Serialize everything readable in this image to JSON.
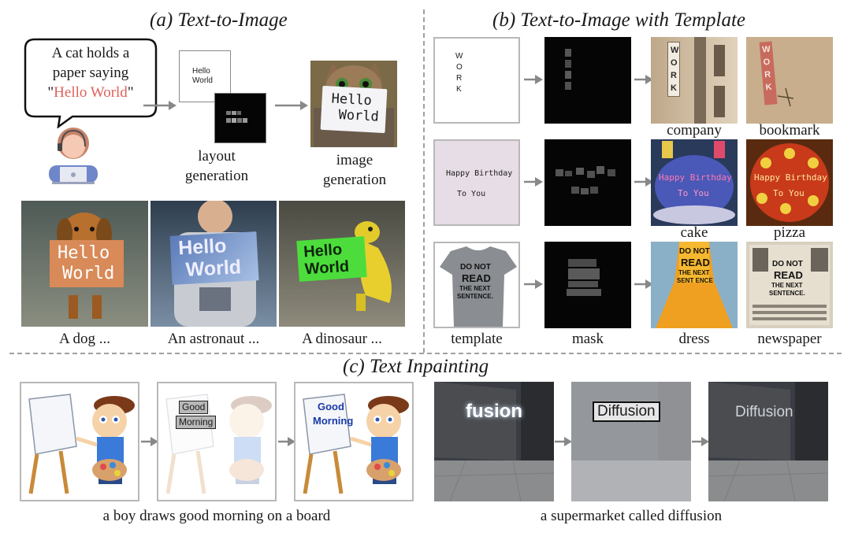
{
  "section_a": {
    "title": "(a) Text-to-Image",
    "bubble": {
      "line1": "A cat holds a",
      "line2": "paper saying",
      "quote_open": "\"",
      "quote_text": "Hello World",
      "quote_close": "\""
    },
    "layout_preview": {
      "line1": "Hello",
      "line2": "World"
    },
    "cat_sign": {
      "line1": "Hello",
      "line2": "World"
    },
    "steps": [
      {
        "line1": "layout",
        "line2": "generation"
      },
      {
        "line1": "image",
        "line2": "generation"
      }
    ],
    "examples": [
      {
        "caption": "A dog ...",
        "sign_line1": "Hello",
        "sign_line2": "World"
      },
      {
        "caption": "An astronaut ...",
        "sign_line1": "Hello",
        "sign_line2": "World"
      },
      {
        "caption": "A dinosaur ...",
        "sign_line1": "Hello",
        "sign_line2": "World"
      }
    ]
  },
  "section_b": {
    "title": "(b) Text-to-Image with Template",
    "row1": {
      "template_letters": [
        "W",
        "O",
        "R",
        "K"
      ],
      "sign_letters": "WORK",
      "bookmark_letters": "WORK",
      "out1": "company",
      "out2": "bookmark"
    },
    "row2": {
      "template_line1": "Happy Birthday",
      "template_line2": "To You",
      "cake_line1": "Happy Birthday",
      "cake_line2": "To You",
      "pizza_line1": "Happy Birthday",
      "pizza_line2": "To You",
      "out1": "cake",
      "out2": "pizza"
    },
    "row3": {
      "shirt_lines": [
        "DO NOT",
        "READ",
        "THE NEXT",
        "SENTENCE."
      ],
      "dress_lines": [
        "DO NOT",
        "READ",
        "THE NEXT",
        "SENT ENCE"
      ],
      "paper_lines": [
        "DO NOT",
        "READ",
        "THE NEXT",
        "SENTENCE."
      ],
      "col1": "template",
      "col2": "mask",
      "out1": "dress",
      "out2": "newspaper"
    }
  },
  "section_c": {
    "title": "(c) Text Inpainting",
    "boy": {
      "box1": "Good",
      "box2": "Morning",
      "out1": "Good",
      "out2": "Morning",
      "caption": "a boy draws good morning on a board"
    },
    "market": {
      "orig": "fusion",
      "mask_text": "Diffusion",
      "result": "Diffusion",
      "caption": "a supermarket called diffusion"
    }
  }
}
